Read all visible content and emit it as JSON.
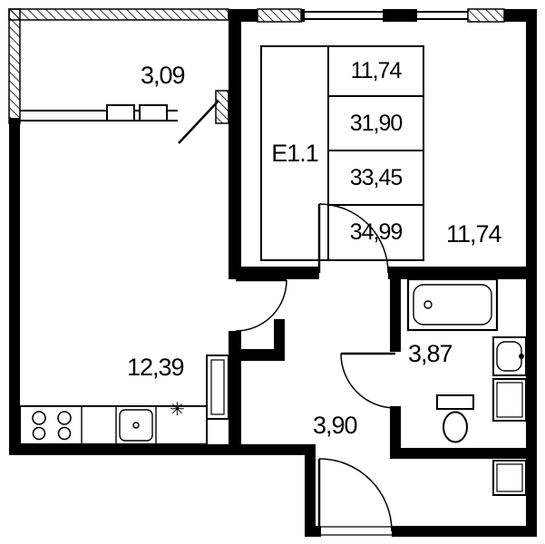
{
  "plan": {
    "stamp": {
      "unit_label": "E1.1",
      "rows": [
        "11,74",
        "31,90",
        "33,45",
        "34,99"
      ]
    },
    "rooms": {
      "balcony": {
        "area": "3,09"
      },
      "living_room": {
        "area": "11,74"
      },
      "kitchen_living": {
        "area": "12,39"
      },
      "hallway": {
        "area": "3,90"
      },
      "bathroom": {
        "area": "3,87"
      }
    },
    "symbols": {
      "utility_star": "✳"
    },
    "colors": {
      "wall": "#000000",
      "background": "#ffffff"
    }
  }
}
